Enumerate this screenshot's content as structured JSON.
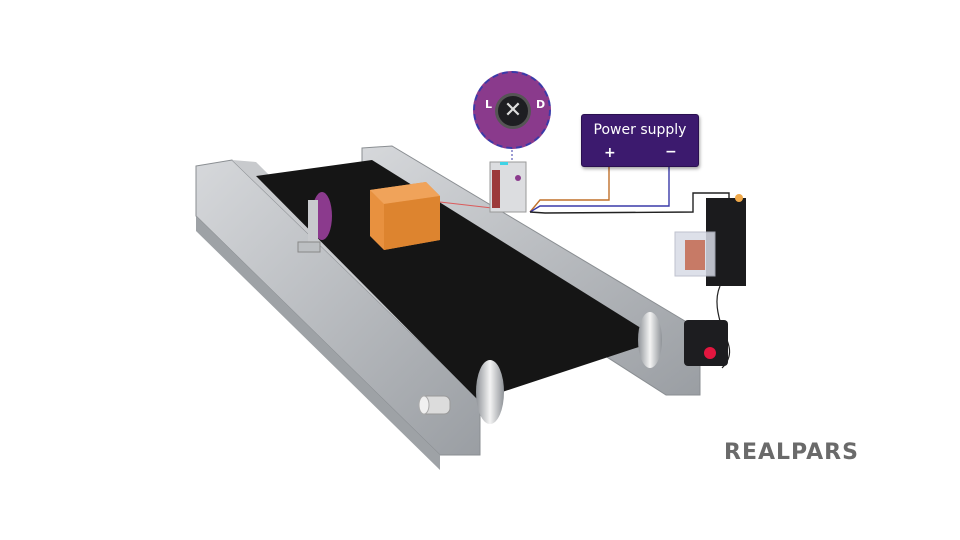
{
  "power_supply": {
    "title": "Power supply",
    "positive": "+",
    "negative": "−",
    "color": "#3c1a6e"
  },
  "sensor_zoom": {
    "left_label": "L",
    "right_label": "D",
    "knob_glyph": "✕",
    "color": "#8a3a8c"
  },
  "logo": {
    "text": "REALPARS",
    "color": "#6a6a6a"
  },
  "scene": {
    "belt_color": "#151515",
    "frame_color": "#b9bcc0",
    "box_color": "#e8913f",
    "reflector_color": "#8b3a8d",
    "laser_color": "#e04040",
    "wire_positive_color": "#c0702a",
    "wire_negative_color": "#3a3aa8",
    "wire_signal_color": "#222222",
    "indicator_color": "#e3163f"
  }
}
